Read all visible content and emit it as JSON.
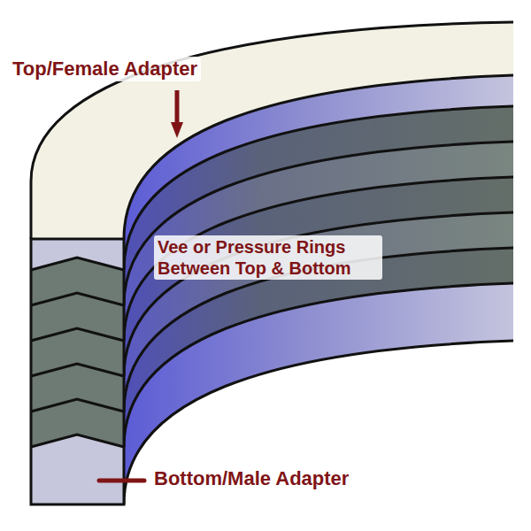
{
  "diagram": {
    "labels": [
      "Top/Female Adapter",
      "Vee or Pressure Rings Between Top & Bottom",
      "Bottom/Male Adapter"
    ]
  }
}
